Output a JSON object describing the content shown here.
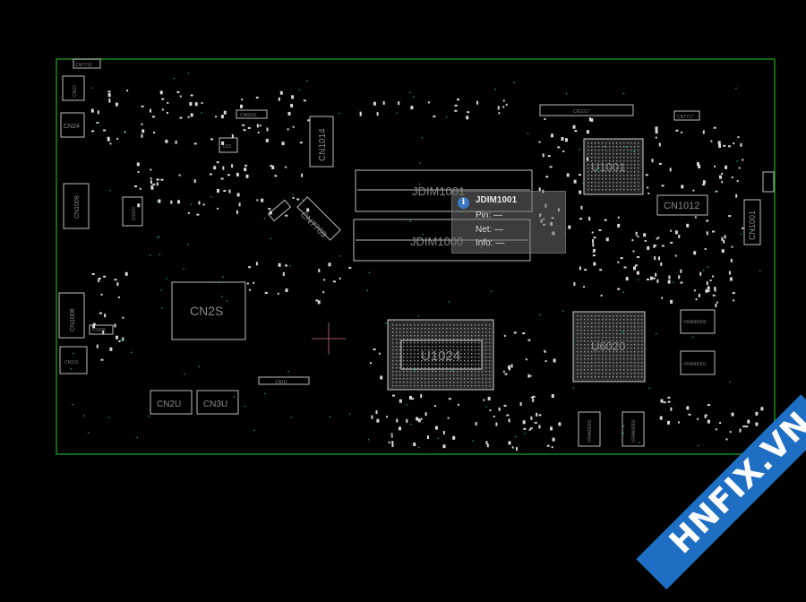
{
  "board": {
    "colors": {
      "background": "#000000",
      "outline": "#1a8a1a",
      "component": "#bdbdbd",
      "label": "#8a8a8a",
      "via": "#00b3b3"
    },
    "labels": {
      "cn7710": "CN7710",
      "cn23": "CN23",
      "cn24": "CN24",
      "cn1009": "CN1009",
      "u1020": "U1020",
      "cn1008": "CN1008",
      "u1608": "U1608",
      "cn1016": "CN101",
      "cn6600": "CN6600",
      "u23": "U23",
      "cn1014": "CN1014",
      "cn7709": "CN7709",
      "cn2s": "CN2S",
      "cn2u": "CN2U",
      "cn3u": "CN3U",
      "cn1u": "CN1U",
      "jdim1001": "JDIM1001",
      "jdim1000": "JDIM1000",
      "u1024": "U1024",
      "cn1017": "CN1017",
      "cn7717": "CN7717",
      "u1001": "U1001",
      "cn1012": "CN1012",
      "cn1001": "CN1001",
      "u6020": "U6020",
      "vram6000": "VRAM6000",
      "vram6001": "VRAM6001",
      "vram6002": "VRAM6002",
      "vram6003": "VRAM6003"
    }
  },
  "tooltip": {
    "title": "JDIM1001",
    "pin_label": "Pin:",
    "pin_value": "—",
    "net_label": "Net:",
    "net_value": "—",
    "info_label": "Info:",
    "info_value": "—",
    "icon": "info-icon"
  },
  "watermark": {
    "text": "HNFIX.VN",
    "color": "#1e6fc4"
  }
}
